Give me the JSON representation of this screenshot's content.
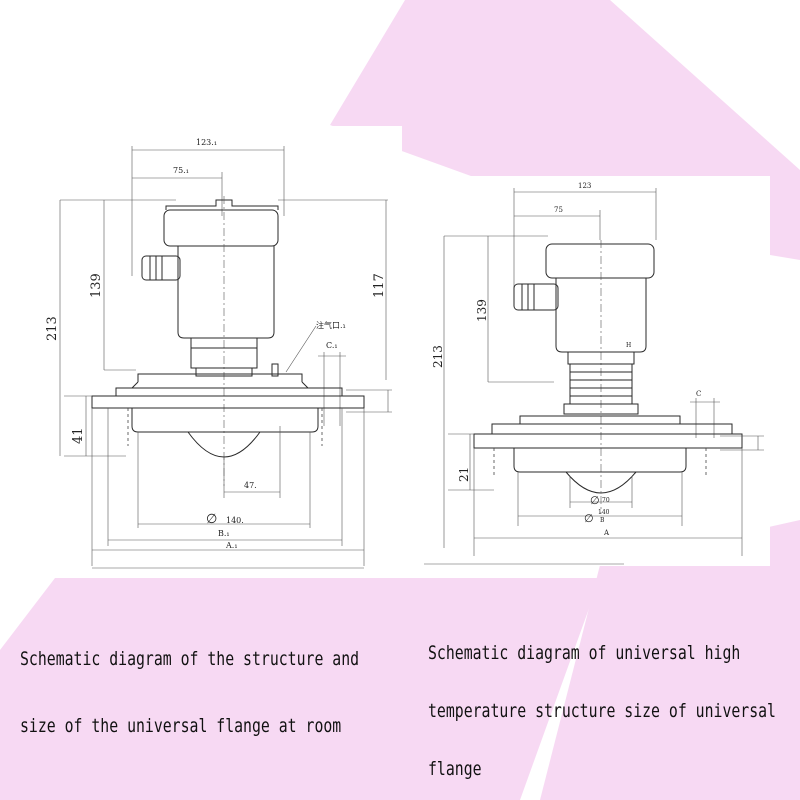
{
  "background": {
    "color": "#ffffff",
    "accent": "#f7d9f3"
  },
  "left_diagram": {
    "dims": {
      "width_top": "123.₁",
      "width_mid": "75.₁",
      "height_total": "213",
      "height_body": "139",
      "height_right": "117",
      "flange_height": "41",
      "c_label": "C.₁",
      "vent_label": "注气口.₁",
      "inner_dim": "47.",
      "dia_symbol": "∅",
      "dia_value": "140.",
      "b_label": "B.₁",
      "a_label": "A.₁"
    }
  },
  "right_diagram": {
    "dims": {
      "width_top": "123",
      "width_mid": "75",
      "height_total": "213",
      "height_body": "139",
      "flange_height": "21",
      "c_label": "C",
      "h_label": "H",
      "dia_symbol": "∅",
      "dia_inner": "70",
      "dia_outer": "140",
      "b_label": "B",
      "a_label": "A"
    }
  },
  "captions": {
    "left_line1": "Schematic diagram of the structure and",
    "left_line2": "size of the universal flange at room",
    "right_line1": "Schematic diagram of universal high",
    "right_line2": "temperature structure size of universal",
    "right_line3": "flange"
  }
}
